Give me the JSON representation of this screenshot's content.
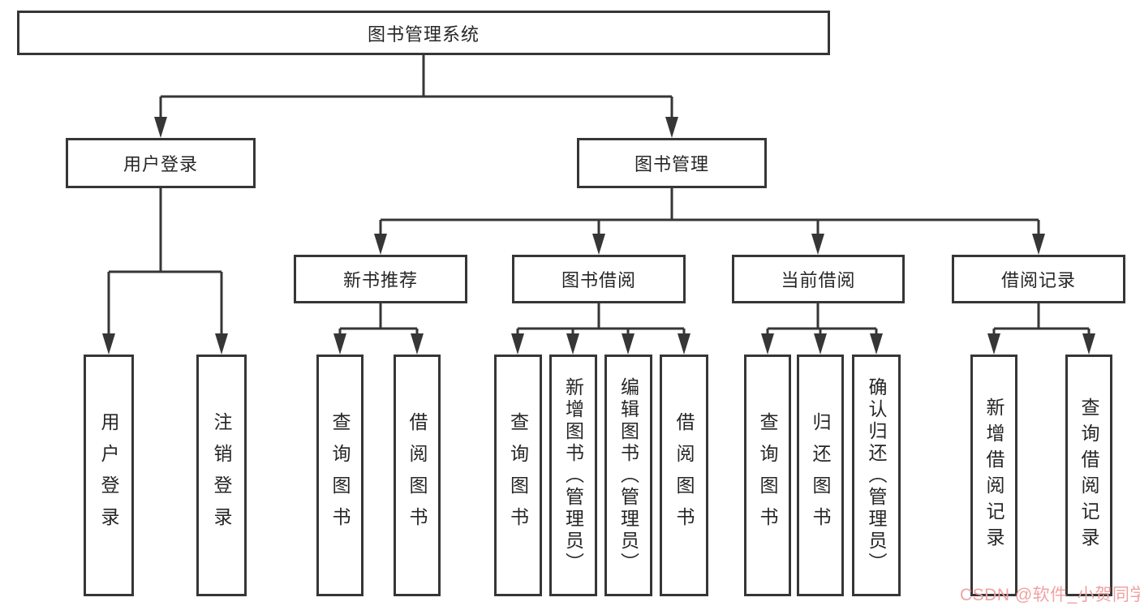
{
  "tree": {
    "label": "图书管理系统",
    "children": [
      {
        "label": "用户登录",
        "children": [
          {
            "label": "用户登录"
          },
          {
            "label": "注销登录"
          }
        ]
      },
      {
        "label": "图书管理",
        "children": [
          {
            "label": "新书推荐",
            "children": [
              {
                "label": "查询图书"
              },
              {
                "label": "借阅图书"
              }
            ]
          },
          {
            "label": "图书借阅",
            "children": [
              {
                "label": "查询图书"
              },
              {
                "label": "新增图书（管理员）"
              },
              {
                "label": "编辑图书（管理员）"
              },
              {
                "label": "借阅图书"
              }
            ]
          },
          {
            "label": "当前借阅",
            "children": [
              {
                "label": "查询图书"
              },
              {
                "label": "归还图书"
              },
              {
                "label": "确认归还（管理员）"
              }
            ]
          },
          {
            "label": "借阅记录",
            "children": [
              {
                "label": "新增借阅记录"
              },
              {
                "label": "查询借阅记录"
              }
            ]
          }
        ]
      }
    ]
  },
  "watermark": {
    "text": "CSDN @软件_小贺同学"
  },
  "colors": {
    "line": "#363636",
    "box_border": "#363636",
    "text": "#262626",
    "watermark": "#f0a2a2",
    "background": "#ffffff"
  }
}
